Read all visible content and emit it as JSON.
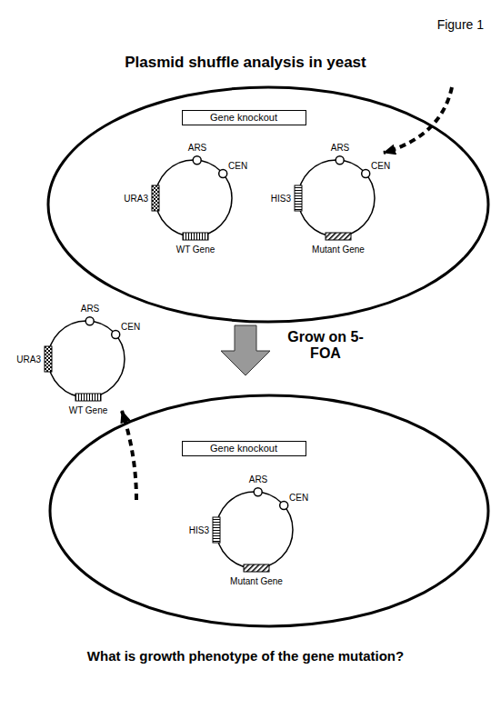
{
  "diagram": {
    "title": "Plasmid shuffle analysis in yeast",
    "caption": "What is growth phenotype of the gene mutation?",
    "nodes": [
      {
        "text": [
          "Gene knockout"
        ]
      },
      {
        "text": [
          "ARS",
          "CEN",
          "URA3",
          "WT Gene"
        ]
      },
      {
        "text": [
          "ARS",
          "CEN",
          "HIS3",
          "Mutant Gene"
        ]
      },
      {
        "text": [
          "ARS",
          "CEN",
          "URA3",
          "WT Gene"
        ]
      },
      {
        "text": [
          "Gene knockout"
        ]
      },
      {
        "text": [
          "ARS",
          "CEN",
          "HIS3",
          "Mutant Gene"
        ]
      }
    ],
    "labels": [
      "Figure 1",
      "Grow on 5-FOA"
    ]
  }
}
